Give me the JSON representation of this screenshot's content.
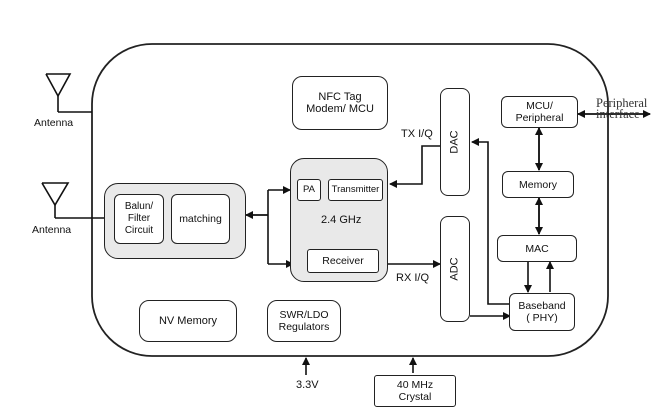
{
  "blocks": {
    "nfc": "NFC Tag\nModem/ MCU",
    "pa": "PA",
    "transmitter": "Transmitter",
    "freq": "2.4 GHz",
    "receiver": "Receiver",
    "balun": "Balun/\nFilter\nCircuit",
    "matching": "matching",
    "dac": "DAC",
    "adc": "ADC",
    "mcu": "MCU/\nPeripheral",
    "memory": "Memory",
    "mac": "MAC",
    "baseband": "Baseband\n( PHY)",
    "nv_memory": "NV Memory",
    "swr": "SWR/LDO\nRegulators",
    "crystal": "40 MHz\nCrystal"
  },
  "labels": {
    "antenna_top": "Antenna",
    "antenna_bottom": "Antenna",
    "tx_iq": "TX I/Q",
    "rx_iq": "RX I/Q",
    "supply": "3.3V",
    "peripheral_interface": "Peripheral\ninterface"
  }
}
